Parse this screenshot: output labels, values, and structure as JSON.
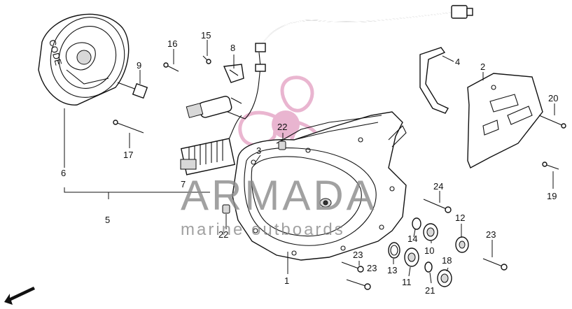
{
  "callouts": [
    {
      "id": "c1",
      "label": "1"
    },
    {
      "id": "c2",
      "label": "2"
    },
    {
      "id": "c3",
      "label": "3"
    },
    {
      "id": "c4",
      "label": "4"
    },
    {
      "id": "c5",
      "label": "5"
    },
    {
      "id": "c6",
      "label": "6"
    },
    {
      "id": "c7",
      "label": "7"
    },
    {
      "id": "c8",
      "label": "8"
    },
    {
      "id": "c9",
      "label": "9"
    },
    {
      "id": "c10",
      "label": "10"
    },
    {
      "id": "c11",
      "label": "11"
    },
    {
      "id": "c12",
      "label": "12"
    },
    {
      "id": "c13",
      "label": "13"
    },
    {
      "id": "c14",
      "label": "14"
    },
    {
      "id": "c15",
      "label": "15"
    },
    {
      "id": "c16",
      "label": "16"
    },
    {
      "id": "c17",
      "label": "17"
    },
    {
      "id": "c18",
      "label": "18"
    },
    {
      "id": "c19",
      "label": "19"
    },
    {
      "id": "c20",
      "label": "20"
    },
    {
      "id": "c21",
      "label": "21"
    },
    {
      "id": "c22a",
      "label": "22"
    },
    {
      "id": "c22b",
      "label": "22"
    },
    {
      "id": "c23a",
      "label": "23"
    },
    {
      "id": "c23b",
      "label": "23"
    },
    {
      "id": "c23c",
      "label": "23"
    },
    {
      "id": "c24",
      "label": "24"
    }
  ],
  "direction_marker": "FWD",
  "watermark": {
    "brand": "ARMADA",
    "tagline": "marine outboards",
    "accent_color": "#e6a9c8",
    "text_color": "#8a8a8a"
  }
}
